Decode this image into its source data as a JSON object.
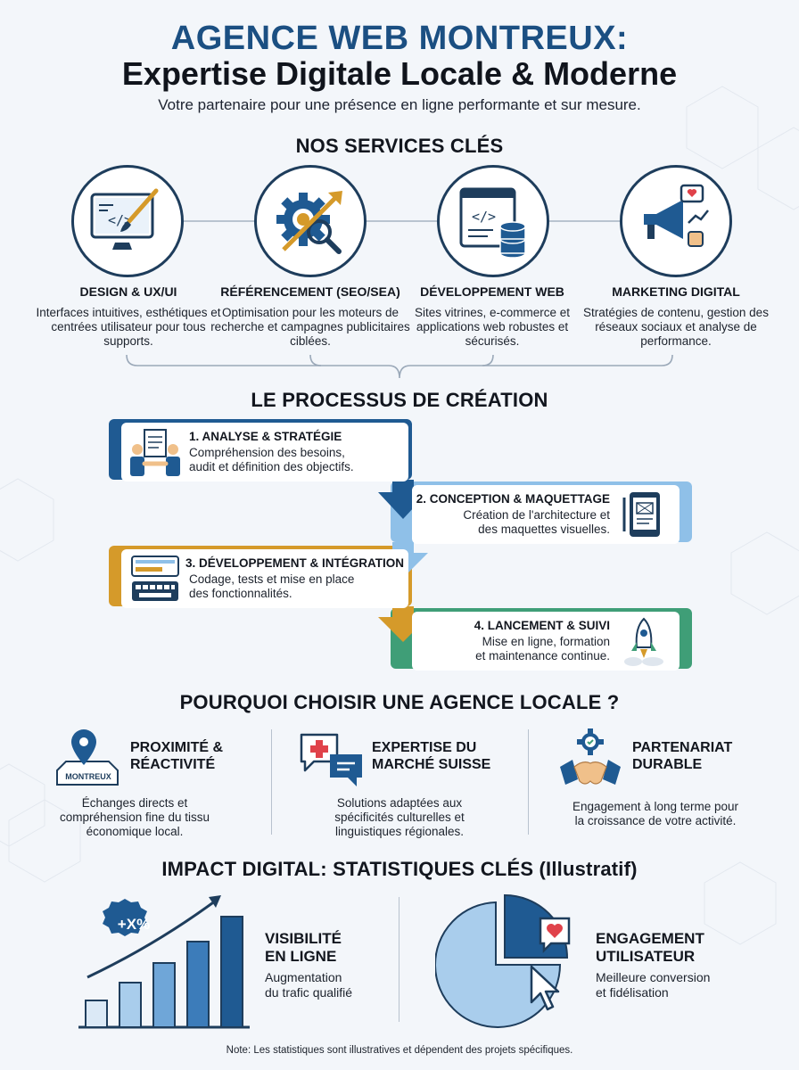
{
  "header": {
    "title_line1": "AGENCE WEB MONTREUX:",
    "title_line2": "Expertise Digitale Locale & Moderne",
    "subtitle": "Votre partenaire pour une présence en ligne performante et sur mesure."
  },
  "services": {
    "heading": "NOS SERVICES CLÉS",
    "items": [
      {
        "title": "DESIGN & UX/UI",
        "desc": "Interfaces intuitives, esthétiques et centrées utilisateur pour tous supports.",
        "icon": "monitor-brush-icon"
      },
      {
        "title": "RÉFÉRENCEMENT (SEO/SEA)",
        "desc": "Optimisation pour les moteurs de recherche et campagnes publicitaires ciblées.",
        "icon": "gear-magnifier-icon"
      },
      {
        "title": "DÉVELOPPEMENT WEB",
        "desc": "Sites vitrines, e-commerce et applications web robustes et sécurisés.",
        "icon": "code-database-icon"
      },
      {
        "title": "MARKETING DIGITAL",
        "desc": "Stratégies de contenu, gestion des réseaux sociaux et analyse de performance.",
        "icon": "megaphone-icon"
      }
    ]
  },
  "process": {
    "heading": "LE PROCESSUS DE CRÉATION",
    "steps": [
      {
        "title": "1. ANALYSE & STRATÉGIE",
        "line1": "Compréhension des besoins,",
        "line2": "audit et définition des objectifs.",
        "color": "#1f5a92",
        "icon": "handshake-document-icon"
      },
      {
        "title": "2. CONCEPTION & MAQUETTAGE",
        "line1": "Création de l'architecture et",
        "line2": "des maquettes visuelles.",
        "color": "#8fc0e8",
        "icon": "tablet-icon"
      },
      {
        "title": "3. DÉVELOPPEMENT & INTÉGRATION",
        "line1": "Codage, tests et mise en place",
        "line2": "des fonctionnalités.",
        "color": "#d59a2a",
        "icon": "keyboard-icon"
      },
      {
        "title": "4. LANCEMENT & SUIVI",
        "line1": "Mise en ligne, formation",
        "line2": "et maintenance continue.",
        "color": "#3f9e77",
        "icon": "rocket-icon"
      }
    ]
  },
  "why": {
    "heading": "POURQUOI CHOISIR UNE AGENCE LOCALE ?",
    "map_label": "MONTREUX",
    "items": [
      {
        "title1": "PROXIMITÉ &",
        "title2": "RÉACTIVITÉ",
        "line1": "Échanges directs et",
        "line2": "compréhension fine du tissu",
        "line3": "économique local.",
        "icon": "map-pin-icon"
      },
      {
        "title1": "EXPERTISE DU",
        "title2": "MARCHÉ SUISSE",
        "line1": "Solutions adaptées aux",
        "line2": "spécificités culturelles et",
        "line3": "linguistiques régionales.",
        "icon": "speech-bubbles-swiss-cross-icon"
      },
      {
        "title1": "PARTENARIAT",
        "title2": "DURABLE",
        "line1": "Engagement à long terme pour",
        "line2": "la croissance de votre activité.",
        "line3": "",
        "icon": "handshake-gear-icon"
      }
    ]
  },
  "stats": {
    "heading": "IMPACT DIGITAL: STATISTIQUES CLÉS (Illustratif)",
    "badge": "+X%",
    "visibility": {
      "title1": "VISIBILITÉ",
      "title2": "EN LIGNE",
      "line1": "Augmentation",
      "line2": "du trafic qualifié"
    },
    "engagement": {
      "title1": "ENGAGEMENT",
      "title2": "UTILISATEUR",
      "line1": "Meilleure conversion",
      "line2": "et fidélisation"
    }
  },
  "note": "Note: Les statistiques sont illustratives et dépendent des projets spécifiques.",
  "colors": {
    "navy": "#1b4f82",
    "lightblue": "#8fc0e8",
    "gold": "#d59a2a",
    "green": "#3f9e77",
    "red": "#e0424a"
  }
}
